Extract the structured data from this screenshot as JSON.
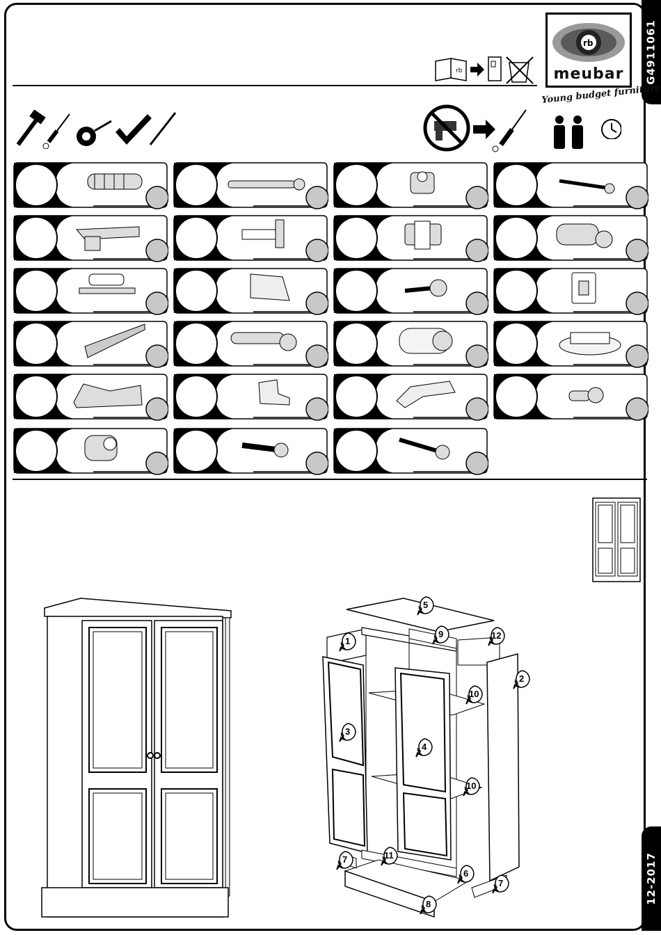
{
  "header": {
    "article_code": "G4911061",
    "date_code": "12-2017"
  },
  "brand": {
    "name": "meubar",
    "tagline": "Young budget furniture",
    "logo_glyph": "rb"
  },
  "icons": {
    "instructions": [
      "manual-book-icon",
      "arrow-right-icon",
      "binder-icon",
      "no-trash-icon"
    ],
    "tools": [
      "hammer-icon",
      "screwdriver-icon",
      "tape-measure-icon",
      "square-ruler-icon",
      "pencil-icon"
    ],
    "requirements": [
      "no-power-drill-icon",
      "arrow-right-icon",
      "screwdriver-icon",
      "two-persons-icon",
      "clock-icon"
    ]
  },
  "parts": [
    {
      "name": "wooden-dowel"
    },
    {
      "name": "cam-bolt"
    },
    {
      "name": "cam-lock"
    },
    {
      "name": "wood-screw"
    },
    {
      "name": "connector-bracket"
    },
    {
      "name": "hinge-mounting-plate"
    },
    {
      "name": "hinge-plate"
    },
    {
      "name": "expansion-dowel"
    },
    {
      "name": "clamp-connector"
    },
    {
      "name": "shelf-clip"
    },
    {
      "name": "short-screw"
    },
    {
      "name": "lock-plate"
    },
    {
      "name": "wood-wedge"
    },
    {
      "name": "long-cam-bolt"
    },
    {
      "name": "plastic-sleeve"
    },
    {
      "name": "cap-cover"
    },
    {
      "name": "corner-bracket"
    },
    {
      "name": "shelf-support"
    },
    {
      "name": "hook-bracket"
    },
    {
      "name": "small-screw"
    },
    {
      "name": "cam-fitting"
    },
    {
      "name": "flat-head-screw"
    },
    {
      "name": "machine-screw"
    }
  ],
  "callouts": [
    "1",
    "2",
    "3",
    "4",
    "5",
    "6",
    "7",
    "7",
    "8",
    "9",
    "10",
    "10",
    "11",
    "12"
  ]
}
